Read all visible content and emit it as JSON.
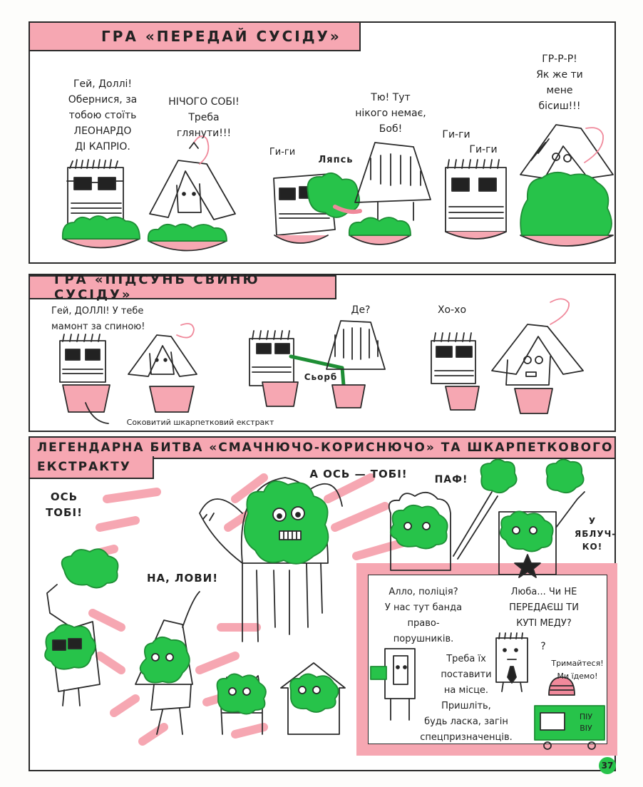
{
  "panel1": {
    "title": "ГРА «ПЕРЕДАЙ СУСІДУ»",
    "speech_dolly_warning": "Гей, Доллі!\nОбернися, за\nтобою стоїть\nЛЕОНАРДО\nДІ КАПРІО.",
    "speech_nothing": "НІЧОГО СОБІ!\nТреба\nглянути!!!",
    "speech_nobody": "Тю! Тут\nнікого немає,\nБоб!",
    "laugh_1": "Ги-ги",
    "sfx_splat": "Ляпсь",
    "laugh_2": "Ги-ги",
    "laugh_3": "Ги-ги",
    "speech_angry": "ГР-Р-Р!\nЯк же ти\nмене\nбісиш!!!"
  },
  "panel2": {
    "title": "ГРА «ПІДСУНЬ СВИНЮ СУСІДУ»",
    "speech_mammoth": "Гей, ДОЛЛІ! У тебе\nмамонт за спиною!",
    "caption_extract": "Соковитий шкарпетковий екстракт",
    "speech_where": "Де?",
    "sfx_slurp": "Сьорб",
    "laugh_hoho": "Хо-хо"
  },
  "panel3": {
    "title_line1": "ЛЕГЕНДАРНА БИТВА «СМАЧНЮЧО-КОРИСНЮЧО» ТА ШКАРПЕТКОВОГО",
    "title_line2": "ЕКСТРАКТУ",
    "shout_take_this": "ОСЬ\nТОБІ!",
    "shout_here_you_go": "А ОСЬ — ТОБІ!",
    "shout_catch": "НА, ЛОВИ!",
    "sfx_paf": "ПАФ!",
    "shout_bullseye": "У\nЯБЛУЧ-\nКО!",
    "inset": {
      "speech_police": "Алло, поліція?\nУ нас тут банда\nправо-\nпорушників.",
      "speech_honey": "Люба... Чи НЕ\nПЕРЕДАЄШ ТИ\nКУТІ МЕДУ?",
      "speech_question": "?",
      "speech_put_in_place": "Треба їх\nпоставити\nна місце.\nПришліть,\nбудь ласка, загін\nспецпризначенців.",
      "speech_hold_on": "Тримайтеся!\nМи їдемо!",
      "siren_sound": "ПІУ\nВІУ"
    }
  },
  "page_number": "37",
  "colors": {
    "pink": "#f6a7b2",
    "green": "#27c34a",
    "ink": "#2a2a2a"
  }
}
